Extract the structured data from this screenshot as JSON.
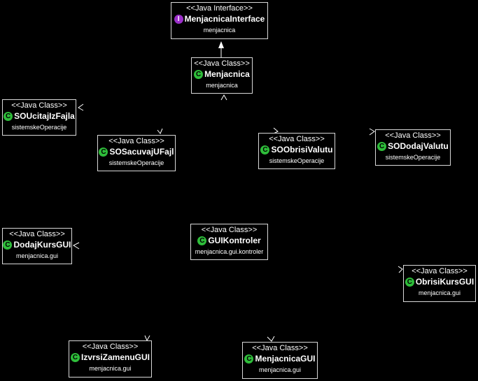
{
  "nodes": [
    {
      "id": "menjacnica-interface",
      "stereotype": "<<Java Interface>>",
      "name": "MenjacnicaInterface",
      "package": "menjacnica",
      "badge": "I",
      "kind": "iface"
    },
    {
      "id": "menjacnica",
      "stereotype": "<<Java Class>>",
      "name": "Menjacnica",
      "package": "menjacnica",
      "badge": "C",
      "kind": "class"
    },
    {
      "id": "so-ucitaj",
      "stereotype": "<<Java Class>>",
      "name": "SOUcitajIzFajla",
      "package": "sistemskeOperacije",
      "badge": "C",
      "kind": "class"
    },
    {
      "id": "so-sacuvaj",
      "stereotype": "<<Java Class>>",
      "name": "SOSacuvajUFajl",
      "package": "sistemskeOperacije",
      "badge": "C",
      "kind": "class"
    },
    {
      "id": "so-obrisi",
      "stereotype": "<<Java Class>>",
      "name": "SOObrisiValutu",
      "package": "sistemskeOperacije",
      "badge": "C",
      "kind": "class"
    },
    {
      "id": "so-dodaj",
      "stereotype": "<<Java Class>>",
      "name": "SODodajValutu",
      "package": "sistemskeOperacije",
      "badge": "C",
      "kind": "class"
    },
    {
      "id": "dodaj-kurs-gui",
      "stereotype": "<<Java Class>>",
      "name": "DodajKursGUI",
      "package": "menjacnica.gui",
      "badge": "C",
      "kind": "class"
    },
    {
      "id": "gui-kontroler",
      "stereotype": "<<Java Class>>",
      "name": "GUIKontroler",
      "package": "menjacnica.gui.kontroler",
      "badge": "C",
      "kind": "class"
    },
    {
      "id": "obrisi-kurs-gui",
      "stereotype": "<<Java Class>>",
      "name": "ObrisiKursGUI",
      "package": "menjacnica.gui",
      "badge": "C",
      "kind": "class"
    },
    {
      "id": "izvrsi-zamenu-gui",
      "stereotype": "<<Java Class>>",
      "name": "IzvrsiZamenuGUI",
      "package": "menjacnica.gui",
      "badge": "C",
      "kind": "class"
    },
    {
      "id": "menjacnica-gui",
      "stereotype": "<<Java Class>>",
      "name": "MenjacnicaGUI",
      "package": "menjacnica.gui",
      "badge": "C",
      "kind": "class"
    }
  ],
  "edges": [
    {
      "from": "menjacnica",
      "to": "menjacnica-interface",
      "type": "realization"
    },
    {
      "from": "menjacnica",
      "to": "menjacnica",
      "type": "incoming-arrow"
    }
  ],
  "colors": {
    "background": "#000000",
    "border": "#d8d8d8",
    "text": "#ffffff",
    "class_badge": "#2ebd3a",
    "interface_badge": "#9b2fc9"
  }
}
